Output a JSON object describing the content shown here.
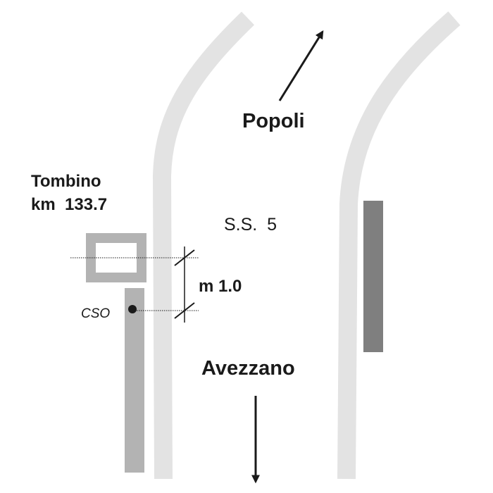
{
  "labels": {
    "north_destination": "Popoli",
    "south_destination": "Avezzano",
    "road_name": "S.S.  5",
    "culvert_name": "Tombino",
    "culvert_km": "km  133.7",
    "distance": "m 1.0",
    "station_code": "CSO"
  },
  "colors": {
    "road_edge": "#e3e3e3",
    "culvert": "#b3b3b3",
    "left_bar": "#b3b3b3",
    "right_bar": "#7f7f7f",
    "ink": "#1a1a1a"
  },
  "icons": {
    "north_arrow": "arrow-up-right-icon",
    "south_arrow": "arrow-down-icon",
    "station_marker": "filled-circle-icon"
  }
}
